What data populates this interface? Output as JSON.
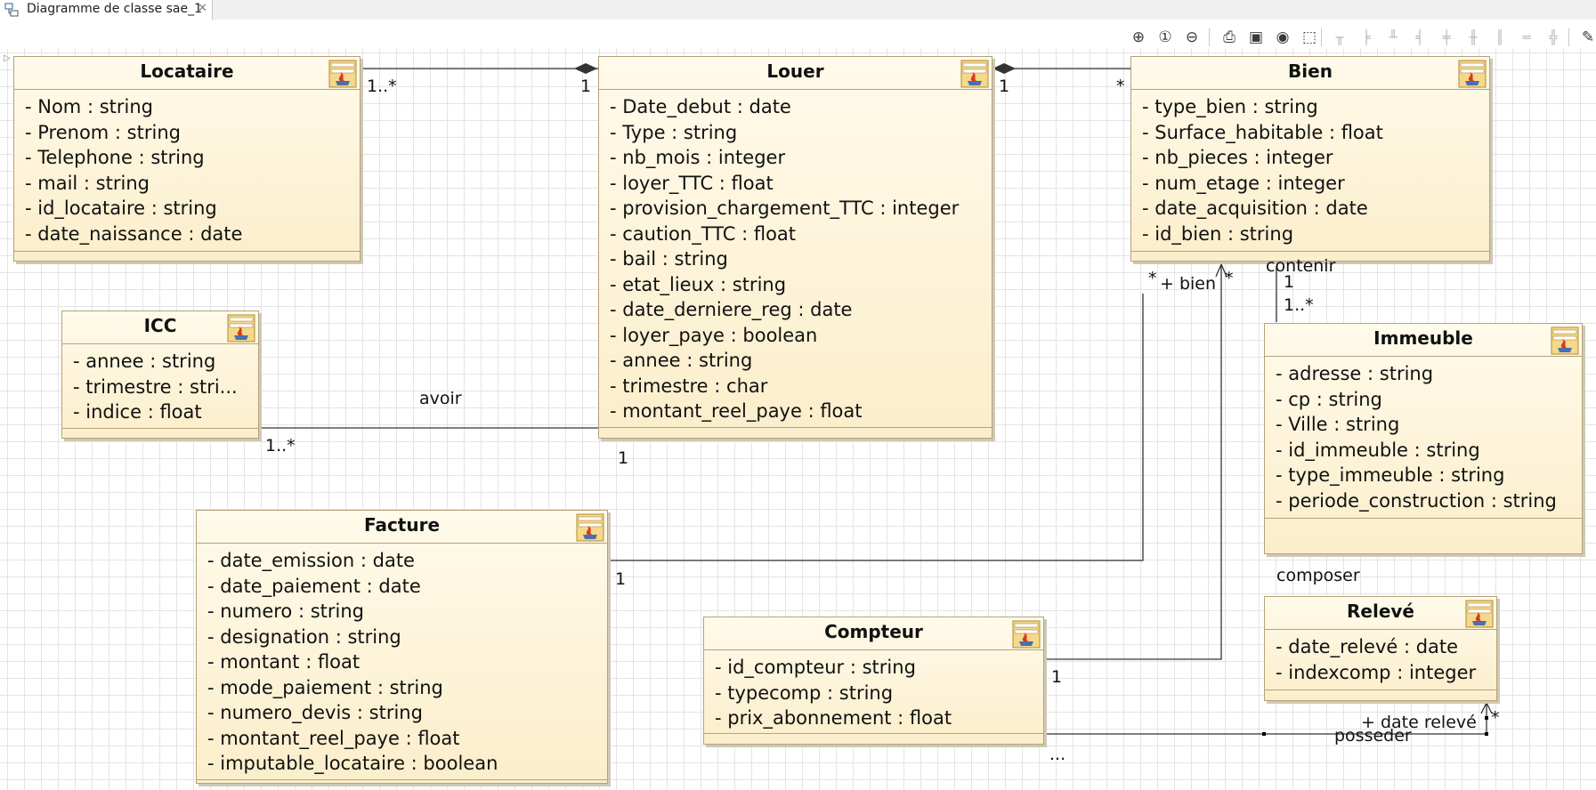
{
  "tab": {
    "title": "Diagramme de classe sae_1",
    "close_glyph": "✕"
  },
  "toolbar": [
    {
      "name": "zoom-in-icon",
      "glyph": "⊕"
    },
    {
      "name": "zoom-reset-icon",
      "glyph": "①"
    },
    {
      "name": "zoom-out-icon",
      "glyph": "⊖"
    },
    {
      "name": "print-icon",
      "glyph": "⎙"
    },
    {
      "name": "save-icon",
      "glyph": "▣"
    },
    {
      "name": "camera-icon",
      "glyph": "◉"
    },
    {
      "name": "select-icon",
      "glyph": "⬚"
    },
    {
      "name": "align-top-icon",
      "glyph": "╥"
    },
    {
      "name": "align-left-icon",
      "glyph": "╞"
    },
    {
      "name": "align-bottom-icon",
      "glyph": "╨"
    },
    {
      "name": "align-right-icon",
      "glyph": "╡"
    },
    {
      "name": "align-center-icon",
      "glyph": "╪"
    },
    {
      "name": "align-middle-icon",
      "glyph": "╫"
    },
    {
      "name": "distribute-horizontal-icon",
      "glyph": "║"
    },
    {
      "name": "distribute-vertical-icon",
      "glyph": "═"
    },
    {
      "name": "grid-icon",
      "glyph": "╬"
    },
    {
      "name": "brush-icon",
      "glyph": "✎"
    }
  ],
  "classes": {
    "locataire": {
      "name": "Locataire",
      "attributes": [
        "- Nom : string",
        "- Prenom : string",
        "- Telephone : string",
        "- mail : string",
        "- id_locataire : string",
        "- date_naissance : date"
      ]
    },
    "louer": {
      "name": "Louer",
      "attributes": [
        "- Date_debut : date",
        "- Type : string",
        "- nb_mois : integer",
        "- loyer_TTC : float",
        "- provision_chargement_TTC : integer",
        "- caution_TTC : float",
        "- bail : string",
        "- etat_lieux : string",
        "- date_derniere_reg : date",
        "- loyer_paye : boolean",
        "- annee : string",
        "- trimestre : char",
        "- montant_reel_paye : float"
      ]
    },
    "bien": {
      "name": "Bien",
      "attributes": [
        "- type_bien : string",
        "- Surface_habitable : float",
        "- nb_pieces : integer",
        "- num_etage : integer",
        "- date_acquisition : date",
        "- id_bien : string"
      ]
    },
    "icc": {
      "name": "ICC",
      "attributes": [
        "- annee : string",
        "- trimestre : stri...",
        "- indice : float"
      ]
    },
    "immeuble": {
      "name": "Immeuble",
      "attributes": [
        "- adresse : string",
        "- cp : string",
        "- Ville : string",
        "- id_immeuble : string",
        "- type_immeuble : string",
        "- periode_construction : string"
      ]
    },
    "facture": {
      "name": "Facture",
      "attributes": [
        "- date_emission : date",
        "- date_paiement : date",
        "- numero : string",
        "- designation : string",
        "- montant : float",
        "- mode_paiement : string",
        "- numero_devis : string",
        "- montant_reel_paye : float",
        "- imputable_locataire : boolean"
      ]
    },
    "compteur": {
      "name": "Compteur",
      "attributes": [
        "- id_compteur : string",
        "- typecomp : string",
        "- prix_abonnement : float"
      ]
    },
    "releve": {
      "name": "Relevé",
      "attributes": [
        "- date_relevé : date",
        "- indexcomp : integer"
      ]
    }
  },
  "labels": {
    "loc_louer_mult_loc": "1..*",
    "loc_louer_mult_louer": "1",
    "louer_bien_mult_louer": "1",
    "louer_bien_mult_bien": "*",
    "icc_mult": "1..*",
    "avoir_name": "avoir",
    "louer_facture_mult": "1",
    "facture_mult": "1",
    "bien_star_left": "*",
    "bien_role": "+ bien",
    "bien_star_right": "*",
    "contenir_name": "contenir",
    "contenir_mult_bien": "1",
    "contenir_mult_imm": "1..*",
    "composer_name": "composer",
    "compteur_mult": "1",
    "releve_role": "+ date relevé",
    "releve_star": "*",
    "posseder_name": "posseder",
    "compteur_dots": "..."
  }
}
